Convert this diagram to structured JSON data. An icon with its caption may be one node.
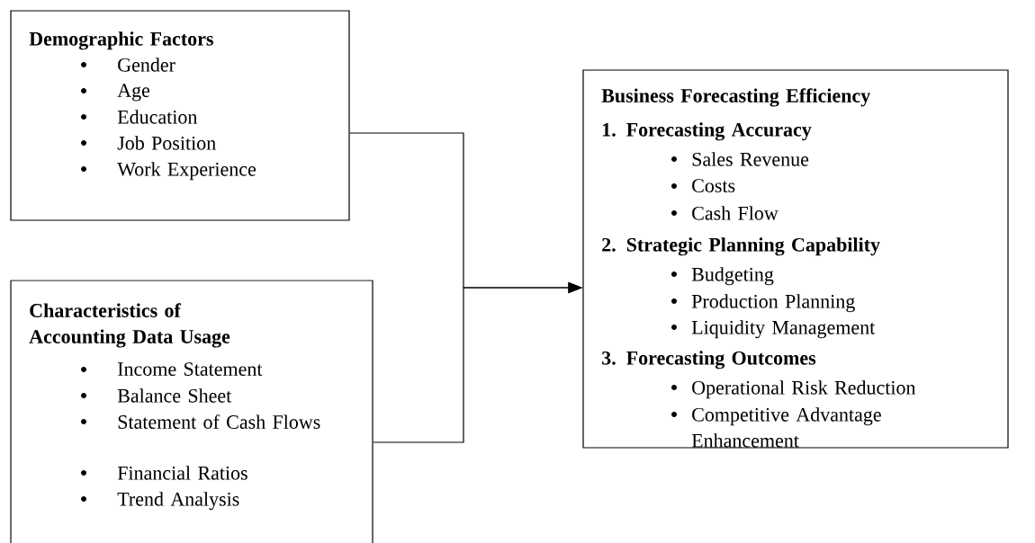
{
  "diagram": {
    "nodes": [
      {
        "text": [
          "Demographic Factors",
          "Gender",
          "Age",
          "Education",
          "Job Position",
          "Work Experience"
        ]
      },
      {
        "text": [
          "Characteristics of Accounting Data Usage",
          "Income Statement",
          "Balance Sheet",
          "Statement of Cash Flows",
          "Financial Ratios",
          "Trend Analysis"
        ]
      },
      {
        "text": [
          "Business Forecasting Efficiency",
          "1. Forecasting Accuracy",
          "Sales Revenue",
          "Costs",
          "Cash Flow",
          "2. Strategic Planning Capability",
          "Budgeting",
          "Production Planning",
          "Liquidity Management",
          "3. Forecasting Outcomes",
          "Operational Risk Reduction",
          "Competitive Advantage Enhancement"
        ]
      }
    ],
    "edges": [
      {
        "from": 0,
        "to": 2,
        "arrow": "to"
      },
      {
        "from": 1,
        "to": 2,
        "arrow": "to"
      }
    ]
  }
}
